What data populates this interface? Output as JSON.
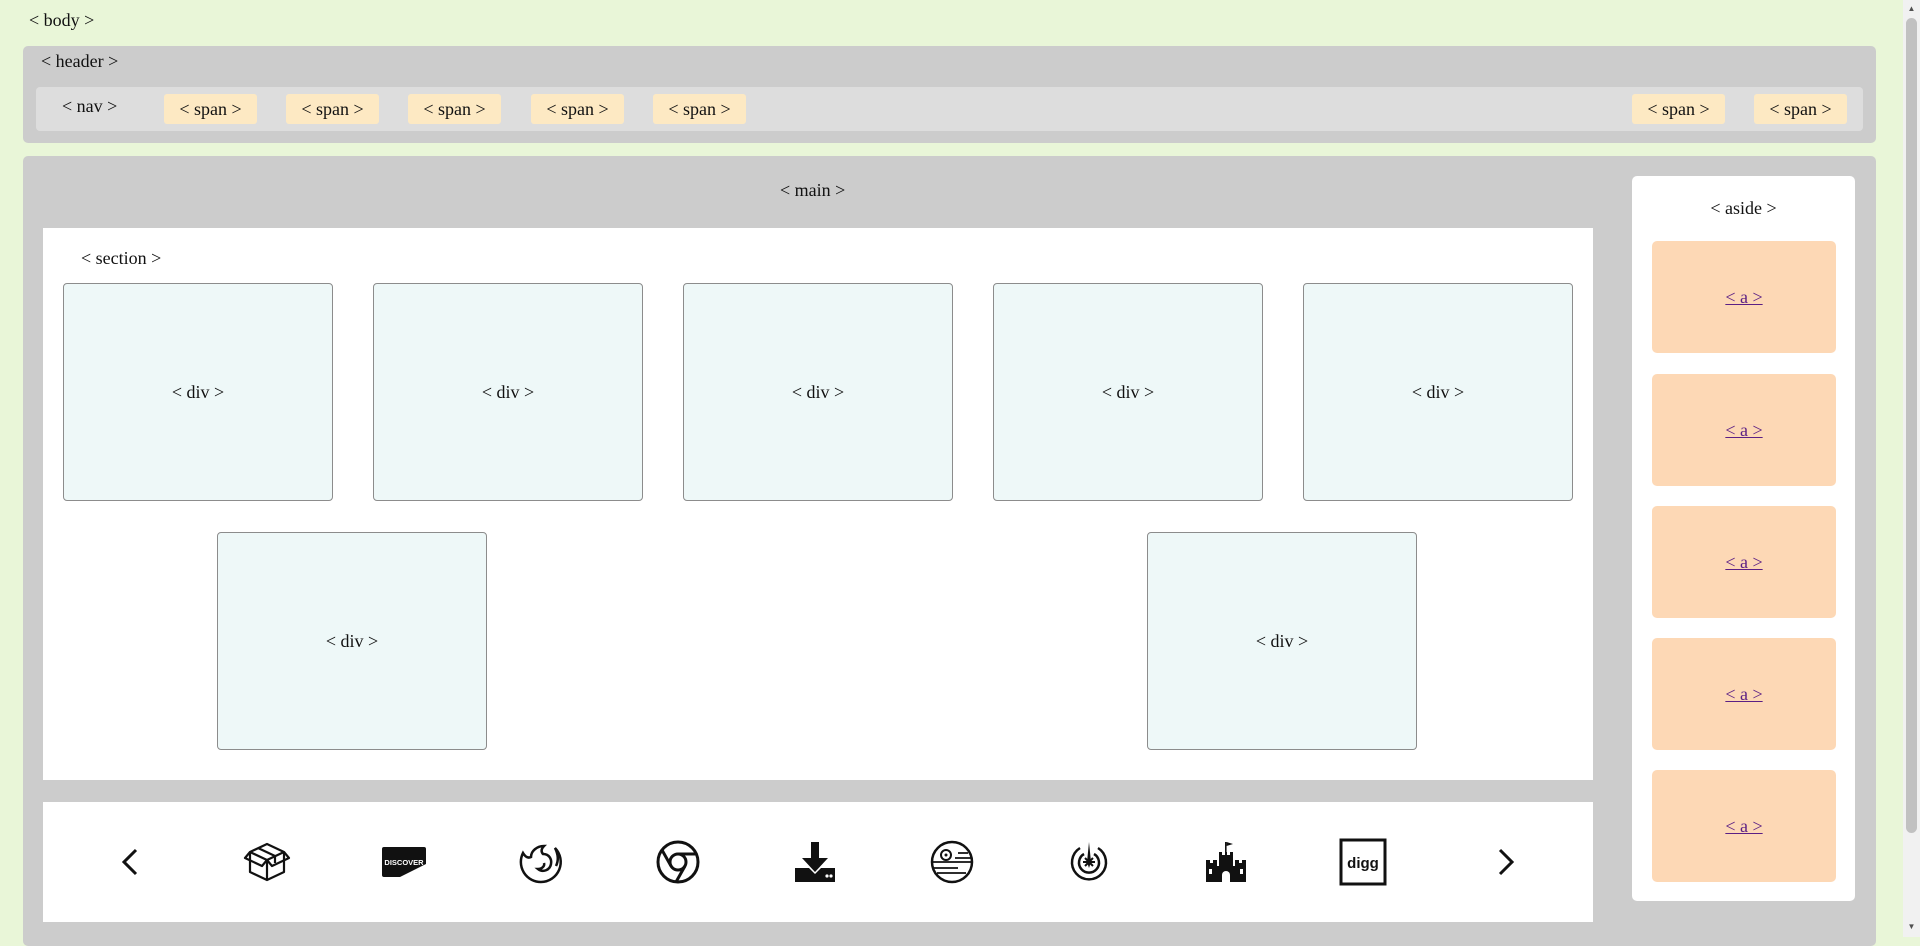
{
  "body": {
    "label": "< body >"
  },
  "header": {
    "label": "< header >",
    "nav": {
      "label": "< nav >",
      "items": [
        "< span >",
        "< span >",
        "< span >",
        "< span >",
        "< span >",
        "< span >",
        "< span >"
      ]
    }
  },
  "main": {
    "label": "< main >",
    "section": {
      "label": "< section >",
      "cards": [
        "< div >",
        "< div >",
        "< div >",
        "< div >",
        "< div >",
        "< div >",
        "< div >"
      ]
    },
    "carousel": {
      "prev": "‹",
      "next": "›",
      "icons": [
        "box-icon",
        "discover-card-icon",
        "firefox-icon",
        "chrome-icon",
        "download-icon",
        "death-star-icon",
        "jedi-order-icon",
        "castle-icon",
        "digg-icon"
      ],
      "discover_text": "DISCOVER",
      "digg_text": "digg"
    }
  },
  "aside": {
    "label": "< aside >",
    "links": [
      "< a >",
      "< a >",
      "< a >",
      "< a >",
      "< a >"
    ]
  },
  "colors": {
    "page_bg": "#e9f6d8",
    "container_bg": "#cccccc",
    "nav_bg": "#dddddd",
    "span_chip": "#fde9c3",
    "card_bg": "#eef8f8",
    "link_card": "#fdd8b5",
    "link_text": "#5b1f84"
  }
}
